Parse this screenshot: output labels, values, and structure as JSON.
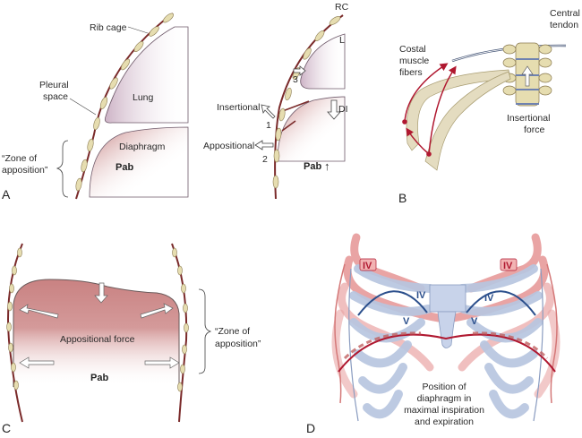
{
  "figure": {
    "panels": {
      "A": {
        "letter": "A",
        "labels": {
          "rib_cage": "Rib cage",
          "pleural_space_1": "Pleural",
          "pleural_space_2": "space",
          "lung": "Lung",
          "diaphragm": "Diaphragm",
          "pab": "Pab",
          "zone_1": "“Zone of",
          "zone_2": "apposition”"
        }
      },
      "A2": {
        "labels": {
          "rc": "RC",
          "l": "L",
          "n3": "3",
          "insertional": "Insertional",
          "n1": "1",
          "di": "DI",
          "appositional": "Appositional",
          "n2": "2",
          "pab": "Pab",
          "pab_arrow": "↑"
        }
      },
      "B": {
        "letter": "B",
        "labels": {
          "central_1": "Central",
          "central_2": "tendon",
          "costal_1": "Costal",
          "costal_2": "muscle",
          "costal_3": "fibers",
          "insertional_1": "Insertional",
          "insertional_2": "force"
        }
      },
      "C": {
        "letter": "C",
        "labels": {
          "appositional_force": "Appositional force",
          "pab": "Pab",
          "zone_1": "“Zone of",
          "zone_2": "apposition”"
        }
      },
      "D": {
        "letter": "D",
        "labels": {
          "iv_left_outer": "IV",
          "iv_right_outer": "IV",
          "iv_left_inner": "IV",
          "iv_right_inner": "IV",
          "v_left": "V",
          "v_right": "V",
          "caption_1": "Position of",
          "caption_2": "diaphragm in",
          "caption_3": "maximal inspiration",
          "caption_4": "and expiration"
        }
      }
    },
    "colors": {
      "rib_bead": "#e6ddb0",
      "rib_line": "#7a2a2a",
      "lung": "#d9c3d3",
      "diaphragm": "#c98585",
      "red_rib": "#e8a0a0",
      "blue_rib": "#b8c6e0",
      "red_line": "#b01830",
      "blue_line": "#2b4f8c"
    }
  }
}
